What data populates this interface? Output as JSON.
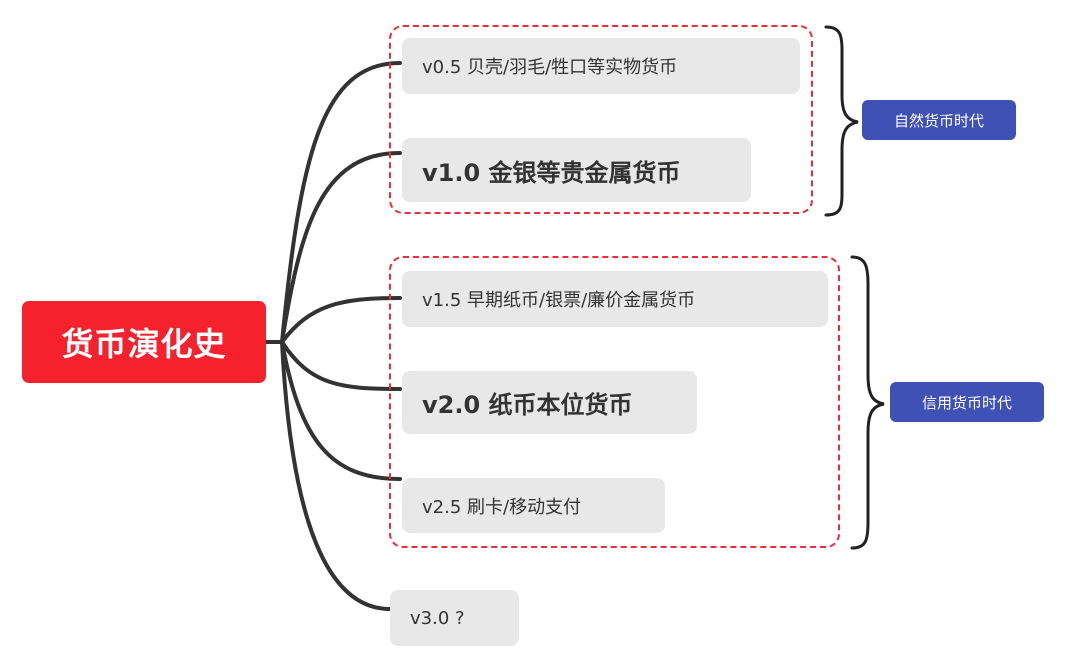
{
  "root": {
    "label": "货币演化史",
    "color": "#f5222d"
  },
  "nodes": [
    {
      "version": "v0.5",
      "label": "v0.5 贝壳/羽毛/牲口等实物货币",
      "emphasis": "normal"
    },
    {
      "version": "v1.0",
      "label": "v1.0 金银等贵金属货币",
      "emphasis": "bold"
    },
    {
      "version": "v1.5",
      "label": "v1.5 早期纸币/银票/廉价金属货币",
      "emphasis": "normal"
    },
    {
      "version": "v2.0",
      "label": "v2.0 纸币本位货币",
      "emphasis": "bold"
    },
    {
      "version": "v2.5",
      "label": "v2.5 刷卡/移动支付",
      "emphasis": "normal"
    },
    {
      "version": "v3.0",
      "label": "v3.0 ?",
      "emphasis": "normal"
    }
  ],
  "eras": [
    {
      "label": "自然货币时代",
      "covers": [
        "v0.5",
        "v1.0"
      ]
    },
    {
      "label": "信用货币时代",
      "covers": [
        "v1.5",
        "v2.0",
        "v2.5"
      ]
    }
  ],
  "colors": {
    "connector": "#333333",
    "node_bg": "#e8e8e8",
    "group_border": "#ee2b36",
    "era_bg": "#3f51b5"
  }
}
